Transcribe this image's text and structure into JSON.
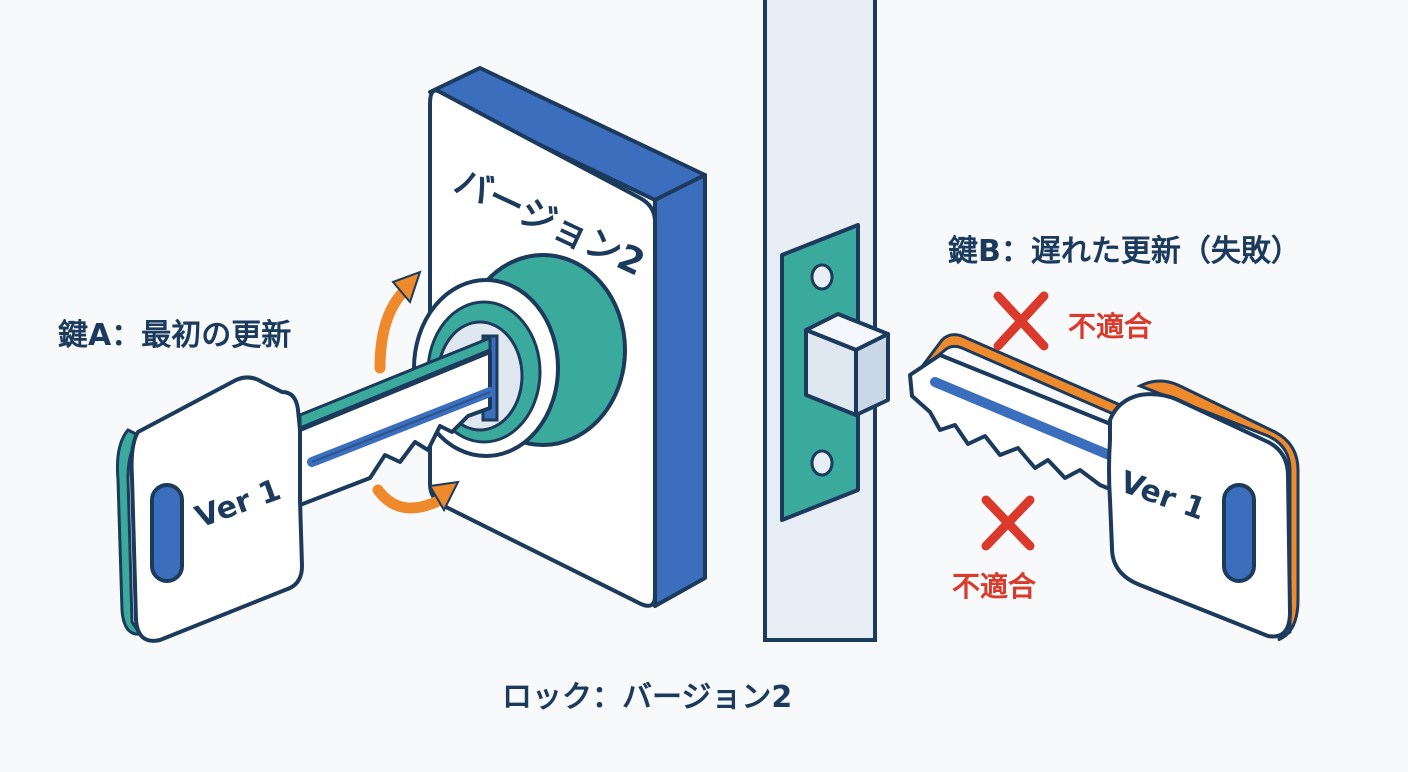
{
  "labels": {
    "key_a": "鍵A：最初の更新",
    "key_b": "鍵B：遅れた更新（失敗）",
    "lock": "ロック：バージョン2",
    "plate_version": "バージョン2",
    "key_a_version": "Ver 1",
    "key_b_version": "Ver 1",
    "mismatch_top": "不適合",
    "mismatch_bottom": "不適合"
  },
  "colors": {
    "navy": "#1b3a5c",
    "blue": "#3b6fbe",
    "teal": "#3aaa9c",
    "orange": "#ef8a2c",
    "red": "#d93a2b",
    "door": "#e7eef5"
  },
  "icons": [
    "cross-mark-icon",
    "rotate-arrow-icon",
    "key-icon",
    "lock-cylinder-icon"
  ]
}
